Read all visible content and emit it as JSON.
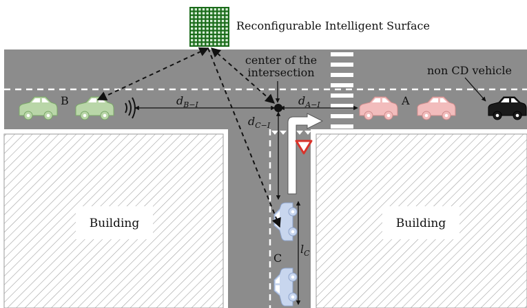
{
  "labels": {
    "ris": "Reconfigurable Intelligent Surface",
    "center_line1": "center of the",
    "center_line2": "intersection",
    "non_cd": "non CD vehicle",
    "vehicle_a": "A",
    "vehicle_b": "B",
    "vehicle_c": "C",
    "building_left": "Building",
    "building_right": "Building"
  },
  "distances": {
    "b_i": {
      "main": "d",
      "sub": "B−I"
    },
    "a_i": {
      "main": "d",
      "sub": "A−I"
    },
    "c_i": {
      "main": "d",
      "sub": "C−I"
    },
    "l_c": {
      "main": "l",
      "sub": "C"
    }
  },
  "icons": {
    "ris": "ris-grid-icon",
    "yield": "yield-sign-icon",
    "signal": "signal-waves-icon",
    "turn": "right-turn-arrow-icon"
  },
  "colors": {
    "road": "#8c8c8c",
    "ris_green": "#1a6b1a",
    "vehicle_b": "#b9d6a8",
    "vehicle_a": "#f2bcbc",
    "vehicle_c": "#c8d6ee",
    "vehicle_non_cd": "#1a1a1a",
    "yield_red": "#d9332b"
  }
}
